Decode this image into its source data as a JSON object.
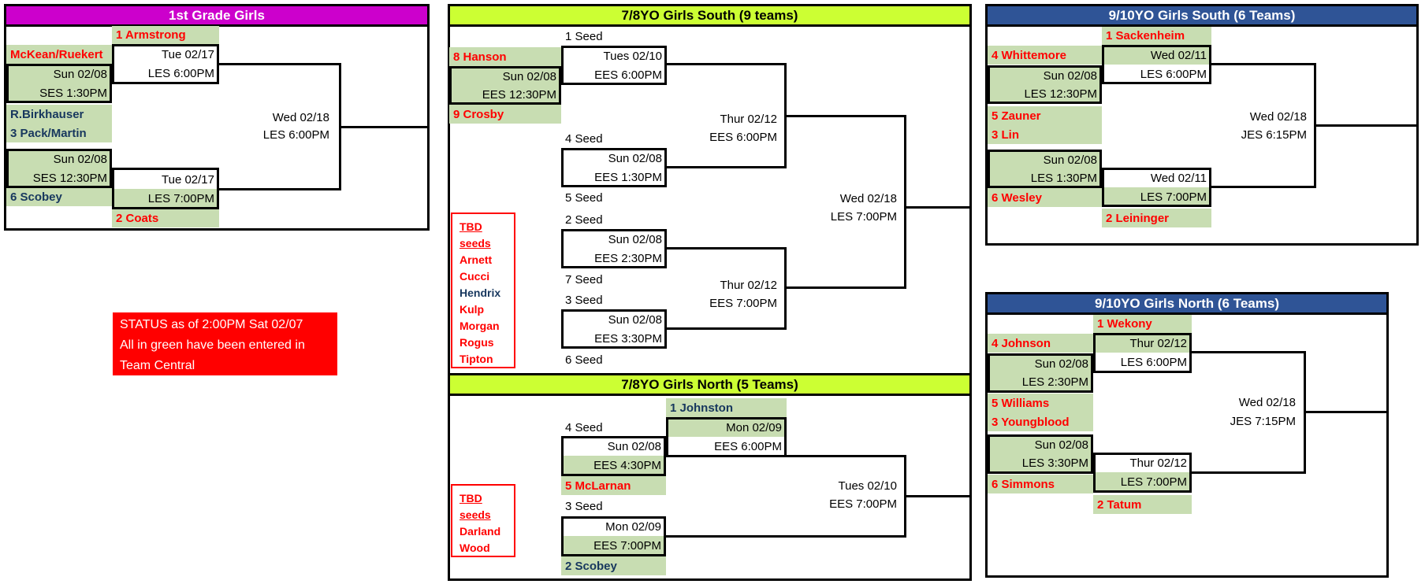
{
  "colors": {
    "magenta": "#CC00CC",
    "lime": "#CCFF33",
    "blue": "#2F5496",
    "green": "#C8DDB2",
    "red": "#FF0000",
    "navy": "#17375E",
    "status-bg": "#FF0000"
  },
  "status": {
    "line1": "STATUS as of 2:00PM Sat 02/07",
    "line2": "All in green have been entered in",
    "line3": "Team Central"
  },
  "first_grade": {
    "title": "1st Grade Girls",
    "top_seed": "1 Armstrong",
    "mckean": "McKean/Ruekert",
    "m1_date": "Tue 02/17",
    "m1_time": "LES 6:00PM",
    "r1a_date": "Sun 02/08",
    "r1a_time": "SES 1:30PM",
    "birkhauser": "R.Birkhauser",
    "pack_martin": "3 Pack/Martin",
    "r1b_date": "Sun 02/08",
    "r1b_time": "SES 12:30PM",
    "scobey": "6 Scobey",
    "m2_date": "Tue 02/17",
    "m2_time": "LES 7:00PM",
    "coats": "2 Coats",
    "final_date": "Wed 02/18",
    "final_time": "LES 6:00PM"
  },
  "south78": {
    "title": "7/8YO Girls South (9 teams)",
    "seed1": "1 Seed",
    "hanson": "8 Hanson",
    "r1_date": "Sun 02/08",
    "r1_time": "EES 12:30PM",
    "crosby": "9 Crosby",
    "m1_date": "Tues 02/10",
    "m1_time": "EES 6:00PM",
    "seed4": "4 Seed",
    "m2_date": "Sun 02/08",
    "m2_time": "EES 1:30PM",
    "seed5": "5 Seed",
    "sf1_date": "Thur 02/12",
    "sf1_time": "EES 6:00PM",
    "seed2": "2 Seed",
    "m3_date": "Sun 02/08",
    "m3_time": "EES 2:30PM",
    "seed7": "7 Seed",
    "seed3": "3 Seed",
    "m4_date": "Sun 02/08",
    "m4_time": "EES 3:30PM",
    "seed6": "6 Seed",
    "sf2_date": "Thur 02/12",
    "sf2_time": "EES 7:00PM",
    "final_date": "Wed 02/18",
    "final_time": "LES 7:00PM",
    "tbd_title": "TBD",
    "tbd_subtitle": "seeds",
    "tbd1": "Arnett",
    "tbd2": "Cucci",
    "tbd3": "Hendrix",
    "tbd4": "Kulp",
    "tbd5": "Morgan",
    "tbd6": "Rogus",
    "tbd7": "Tipton"
  },
  "north78": {
    "title": "7/8YO Girls North (5 Teams)",
    "johnston": "1 Johnston",
    "seed4": "4 Seed",
    "m1_date": "Mon 02/09",
    "m1_time": "EES 6:00PM",
    "r1_date": "Sun 02/08",
    "r1_time": "EES 4:30PM",
    "mclarnan": "5 McLarnan",
    "seed3": "3 Seed",
    "m2_date": "Mon 02/09",
    "m2_time": "EES 7:00PM",
    "scobey": "2 Scobey",
    "final_date": "Tues 02/10",
    "final_time": "EES 7:00PM",
    "tbd_title": "TBD",
    "tbd_subtitle": "seeds",
    "tbd1": "Darland",
    "tbd2": "Wood"
  },
  "south910": {
    "title": "9/10YO Girls South (6 Teams)",
    "sackenheim": "1 Sackenheim",
    "whittemore": "4 Whittemore",
    "m1_date": "Wed 02/11",
    "m1_time": "LES 6:00PM",
    "r1a_date": "Sun 02/08",
    "r1a_time": "LES 12:30PM",
    "zauner": "5 Zauner",
    "lin": "3 Lin",
    "r1b_date": "Sun 02/08",
    "r1b_time": "LES 1:30PM",
    "wesley": "6 Wesley",
    "m2_date": "Wed 02/11",
    "m2_time": "LES 7:00PM",
    "leininger": "2 Leininger",
    "final_date": "Wed 02/18",
    "final_time": "JES 6:15PM"
  },
  "north910": {
    "title": "9/10YO Girls North (6 Teams)",
    "wekony": "1 Wekony",
    "johnson": "4 Johnson",
    "m1_date": "Thur 02/12",
    "m1_time": "LES 6:00PM",
    "r1a_date": "Sun 02/08",
    "r1a_time": "LES 2:30PM",
    "williams": "5 Williams",
    "youngblood": "3 Youngblood",
    "r1b_date": "Sun 02/08",
    "r1b_time": "LES 3:30PM",
    "simmons": "6 Simmons",
    "m2_date": "Thur 02/12",
    "m2_time": "LES 7:00PM",
    "tatum": "2 Tatum",
    "final_date": "Wed 02/18",
    "final_time": "JES 7:15PM"
  }
}
